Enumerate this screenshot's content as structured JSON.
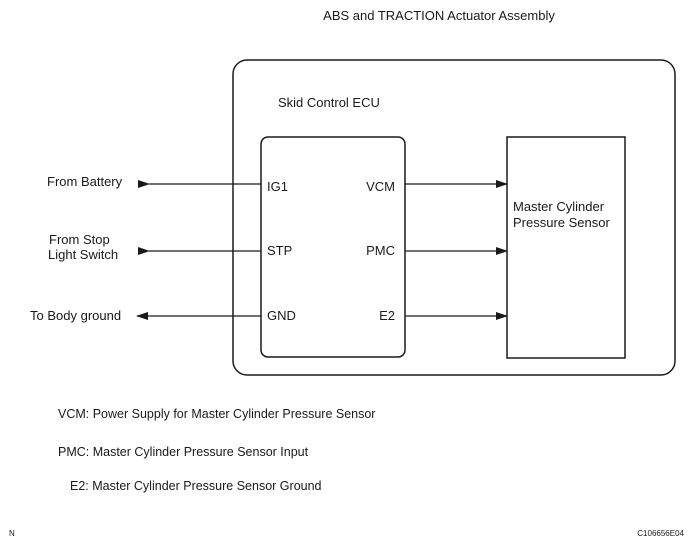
{
  "title": "ABS and TRACTION Actuator Assembly",
  "ecu": {
    "label": "Skid Control ECU",
    "pins_left": [
      "IG1",
      "STP",
      "GND"
    ],
    "pins_right": [
      "VCM",
      "PMC",
      "E2"
    ]
  },
  "sensor": {
    "label_line1": "Master Cylinder",
    "label_line2": "Pressure Sensor"
  },
  "external": {
    "battery": "From Battery",
    "stop_switch_line1": "From Stop",
    "stop_switch_line2": "Light Switch",
    "ground": "To Body ground"
  },
  "legend": [
    "VCM: Power Supply for Master Cylinder Pressure Sensor",
    "PMC: Master Cylinder Pressure Sensor Input",
    "E2: Master Cylinder Pressure Sensor Ground"
  ],
  "footer": {
    "left_mark": "N",
    "figure_code": "C106656E04"
  },
  "colors": {
    "line": "#1a1a1a",
    "background": "#ffffff"
  }
}
